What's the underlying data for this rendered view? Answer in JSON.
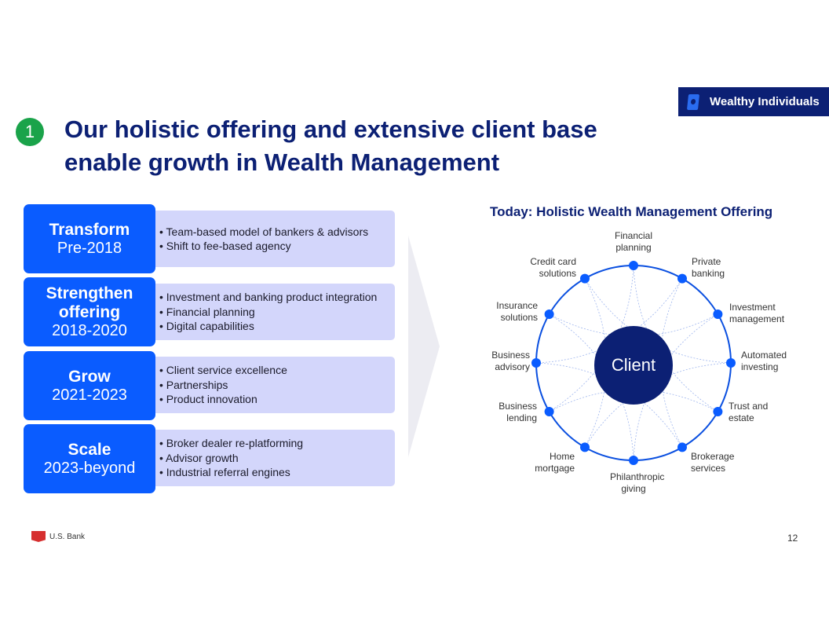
{
  "badge": {
    "label": "Wealthy Individuals",
    "icon": "money-icon"
  },
  "section_number": "1",
  "title": {
    "line1": "Our holistic offering and extensive client base",
    "line2": "enable growth in Wealth Management"
  },
  "stages": [
    {
      "name": "Transform",
      "years": "Pre-2018",
      "bullets": [
        "• Team-based model of bankers & advisors",
        "• Shift to fee-based agency"
      ]
    },
    {
      "name": "Strengthen offering",
      "years": "2018-2020",
      "bullets": [
        "• Investment and banking product integration",
        "• Financial planning",
        "• Digital capabilities"
      ]
    },
    {
      "name": "Grow",
      "years": "2021-2023",
      "bullets": [
        "• Client service excellence",
        "• Partnerships",
        "• Product innovation"
      ]
    },
    {
      "name": "Scale",
      "years": "2023-beyond",
      "bullets": [
        "• Broker dealer re-platforming",
        "• Advisor growth",
        "• Industrial referral engines"
      ]
    }
  ],
  "wheel": {
    "title": "Today: Holistic Wealth Management Offering",
    "center": "Client",
    "offerings": [
      "Financial planning",
      "Private banking",
      "Investment management",
      "Automated investing",
      "Trust and estate",
      "Brokerage services",
      "Philanthropic giving",
      "Home mortgage",
      "Business lending",
      "Business advisory",
      "Insurance solutions",
      "Credit card solutions"
    ]
  },
  "footer": {
    "brand": "U.S. Bank",
    "page": "12"
  },
  "colors": {
    "navy": "#0c2074",
    "blue": "#0a5cff",
    "lavender": "#d3d6fb",
    "green": "#1aa34a"
  }
}
